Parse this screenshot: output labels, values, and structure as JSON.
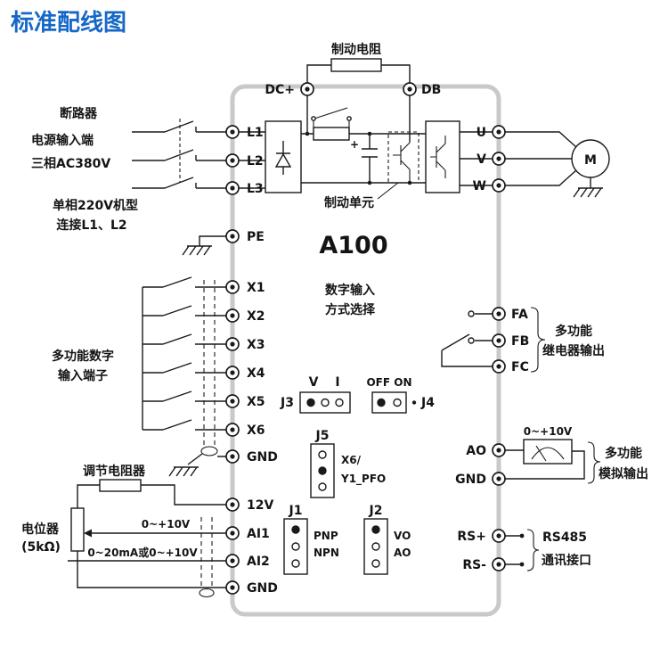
{
  "title": "标准配线图",
  "colors": {
    "title": "#1668c7",
    "line": "#1a1a1a",
    "box_border": "#c9c9c9"
  },
  "brake": {
    "label": "制动电阻",
    "dc": "DC+",
    "db": "DB"
  },
  "power": {
    "breaker": "断路器",
    "input1": "电源输入端",
    "input2": "三相AC380V",
    "single1": "单相220V机型",
    "single2": "连接L1、L2",
    "l1": "L1",
    "l2": "L2",
    "l3": "L3",
    "pe": "PE"
  },
  "inverter": {
    "model": "A100",
    "brake_unit": "制动单元",
    "cap_plus": "+"
  },
  "out": {
    "u": "U",
    "v": "V",
    "w": "W",
    "motor": "M"
  },
  "digital": {
    "mode1": "数字输入",
    "mode2": "方式选择",
    "side1": "多功能数字",
    "side2": "输入端子",
    "x1": "X1",
    "x2": "X2",
    "x3": "X3",
    "x4": "X4",
    "x5": "X5",
    "x6": "X6",
    "gnd": "GND"
  },
  "jmp": {
    "j3": "J3",
    "v": "V",
    "i": "I",
    "j4": "J4",
    "offon": "OFF ON",
    "j5": "J5",
    "j5a": "X6/",
    "j5b": "Y1_PFO",
    "j1": "J1",
    "pnp": "PNP",
    "npn": "NPN",
    "j2": "J2",
    "vo": "VO",
    "ao": "AO"
  },
  "ain": {
    "adjust": "调节电阻器",
    "pot1": "电位器",
    "pot2": "(5kΩ)",
    "r1": "0~+10V",
    "r2": "0~20mA或0~+10V",
    "v12": "12V",
    "ai1": "AI1",
    "ai2": "AI2",
    "gnd": "GND"
  },
  "relay": {
    "fa": "FA",
    "fb": "FB",
    "fc": "FC",
    "t1": "多功能",
    "t2": "继电器输出"
  },
  "aout": {
    "range": "0~+10V",
    "ao": "AO",
    "gnd": "GND",
    "t1": "多功能",
    "t2": "模拟输出"
  },
  "comm": {
    "rsp": "RS+",
    "rsm": "RS-",
    "t1": "RS485",
    "t2": "通讯接口"
  }
}
